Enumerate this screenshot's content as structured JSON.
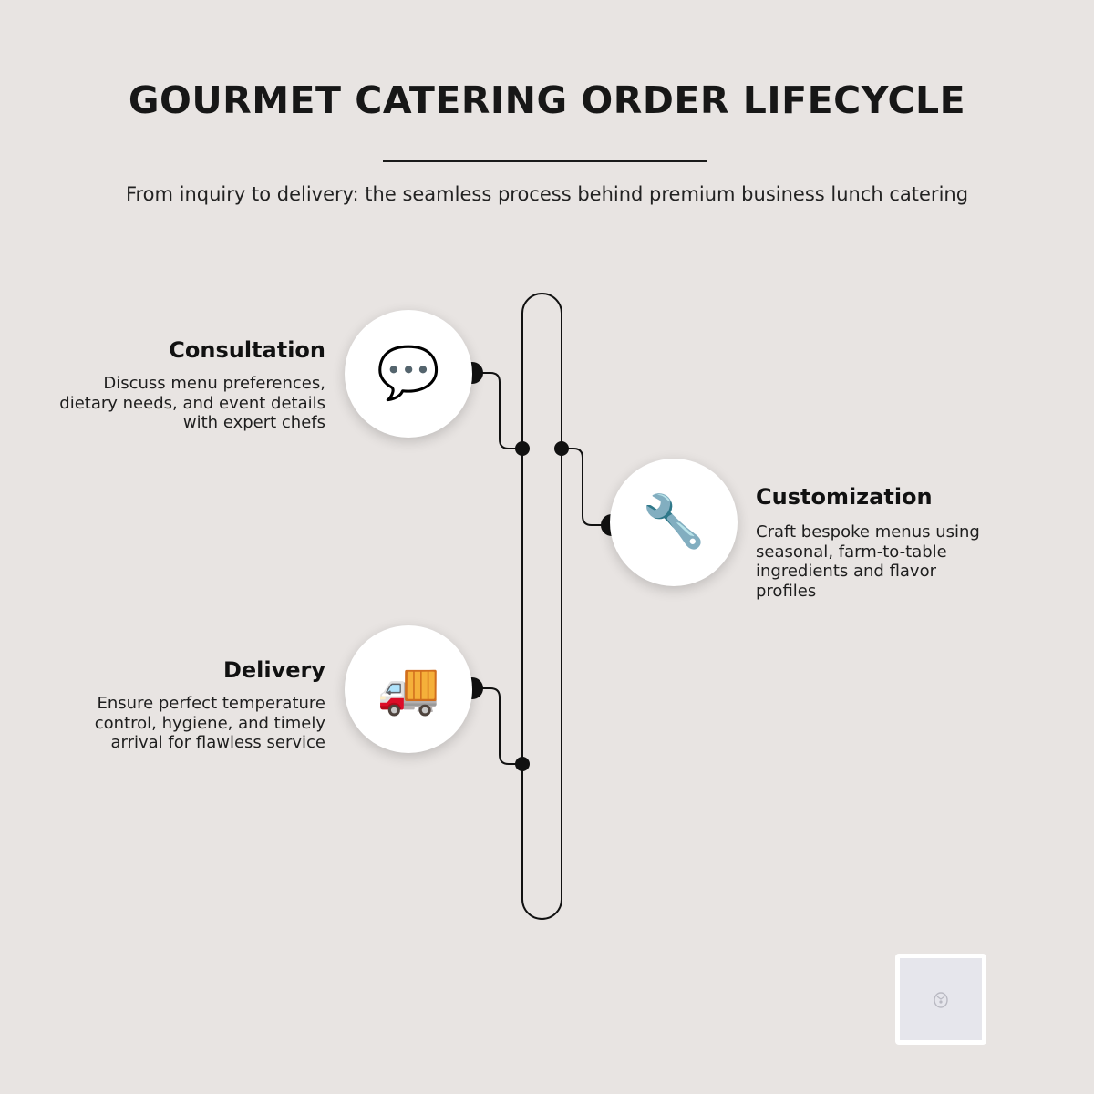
{
  "title": "GOURMET CATERING ORDER LIFECYCLE",
  "subtitle": "From inquiry to delivery: the seamless process behind premium business lunch catering",
  "steps": [
    {
      "title": "Consultation",
      "description": "Discuss menu preferences, dietary needs, and event details with expert chefs",
      "icon": "speech-balloon-icon",
      "glyph": "💬"
    },
    {
      "title": "Customization",
      "description": "Craft bespoke menus using seasonal, farm-to-table ingredients and flavor profiles",
      "icon": "wrench-icon",
      "glyph": "🔧"
    },
    {
      "title": "Delivery",
      "description": "Ensure perfect temperature control, hygiene, and timely arrival for flawless service",
      "icon": "delivery-truck-icon",
      "glyph": "🚚"
    }
  ],
  "colors": {
    "background": "#e8e4e2",
    "line": "#111111",
    "circle": "#ffffff"
  },
  "watermark_icon": "logo-icon"
}
